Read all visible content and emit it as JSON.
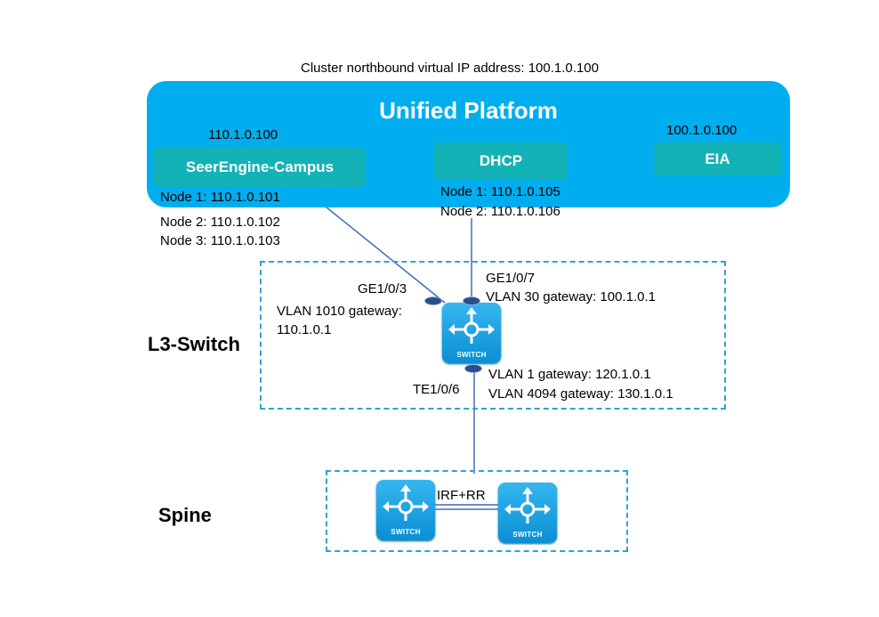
{
  "cluster_label": "Cluster northbound virtual IP address: 100.1.0.100",
  "platform": {
    "title": "Unified Platform",
    "seerengine": {
      "label": "SeerEngine-Campus",
      "vip": "110.1.0.100",
      "node1": "Node 1: 110.1.0.101",
      "node2": "Node 2: 110.1.0.102",
      "node3": "Node 3: 110.1.0.103"
    },
    "dhcp": {
      "label": "DHCP",
      "node1": "Node 1: 110.1.0.105",
      "node2": "Node 2: 110.1.0.106"
    },
    "eia": {
      "label": "EIA",
      "vip": "100.1.0.100"
    }
  },
  "l3switch": {
    "zone_label": "L3-Switch",
    "switch_text": "SWITCH",
    "port_ge3": "GE1/0/3",
    "port_ge7": "GE1/0/7",
    "port_te6": "TE1/0/6",
    "vlan1010_a": "VLAN  1010 gateway:",
    "vlan1010_b": "110.1.0.1",
    "vlan30": "VLAN  30 gateway: 100.1.0.1",
    "vlan1": "VLAN  1 gateway: 120.1.0.1",
    "vlan4094": "VLAN  4094 gateway: 130.1.0.1"
  },
  "spine": {
    "zone_label": "Spine",
    "switch_text": "SWITCH",
    "link_label": "IRF+RR"
  },
  "colors": {
    "platform": "#00aeef",
    "service_box": "#13b2b6",
    "link_line": "#3d6fb6",
    "dashed_border": "#2ba6c9",
    "switch_blue": "#1aa3e6"
  },
  "icons": {
    "switch": "switch-arrows-icon"
  }
}
